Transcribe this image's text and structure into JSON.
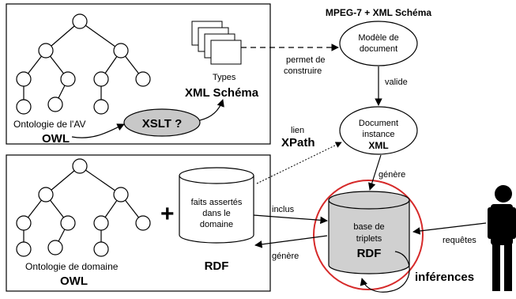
{
  "panels": {
    "top": {
      "ontology_caption": "Ontologie de l'AV",
      "ontology_lang": "OWL",
      "types_label": "Types",
      "xml_schema_label": "XML Schéma",
      "xslt_label": "XSLT ?"
    },
    "bottom": {
      "ontology_caption": "Ontologie de domaine",
      "ontology_lang": "OWL",
      "plus_sign": "+",
      "db_text": [
        "faits assertés",
        "dans le",
        "domaine"
      ],
      "rdf_label": "RDF"
    }
  },
  "right": {
    "header": "MPEG-7 + XML Schéma",
    "model_node": [
      "Modèle de",
      "document"
    ],
    "instance_node": [
      "Document",
      "instance",
      "XML"
    ],
    "triple_store": [
      "base de",
      "triplets",
      "RDF"
    ],
    "inferences_label": "inférences",
    "person_icon": "person-icon"
  },
  "edges": {
    "permet": [
      "permet de",
      "construire"
    ],
    "valide": "valide",
    "lien": "lien",
    "xpath": "XPath",
    "genere_top": "génère",
    "inclus": "inclus",
    "genere_bottom": "génère",
    "requetes": "requêtes"
  },
  "colors": {
    "accent_circle": "#d62a2a",
    "db_fill": "#d0d0d0",
    "xslt_fill": "#c8c8c8"
  }
}
